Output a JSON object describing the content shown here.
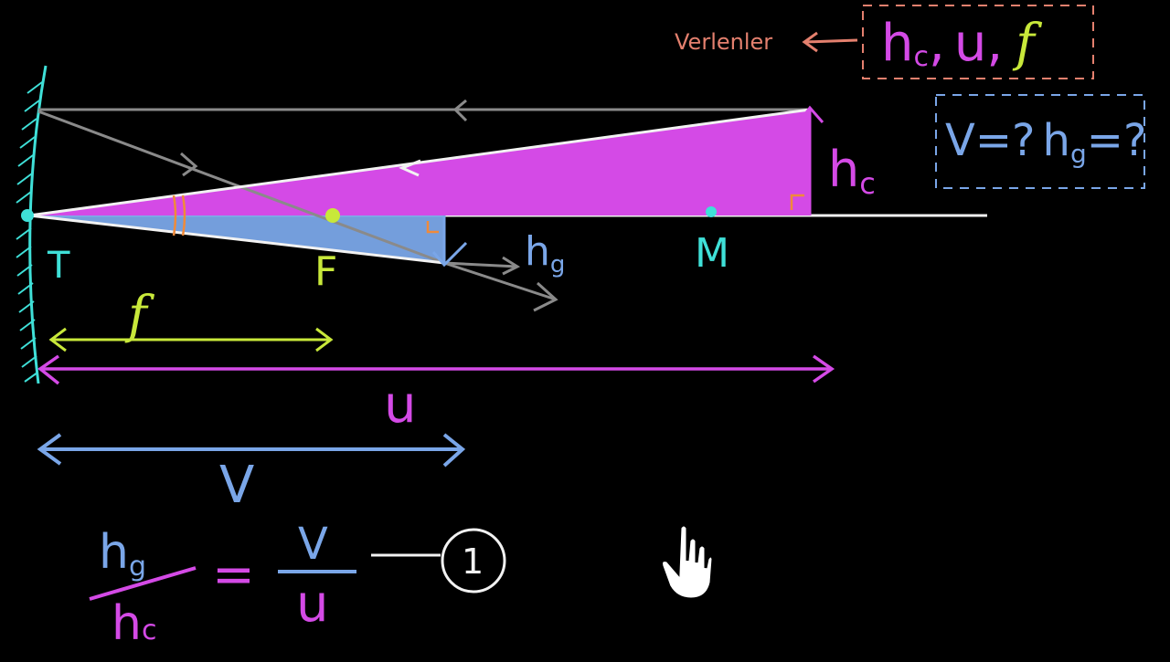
{
  "colors": {
    "background": "#000000",
    "mirror": "#3fe0d8",
    "magenta": "#d44ae6",
    "blue": "#7aa6e8",
    "yellow": "#c8e83a",
    "white": "#f2f2f2",
    "gray": "#8a8a8a",
    "salmon": "#e4806e",
    "orange": "#f08a3a",
    "focus_dot": "#c8e83a",
    "center_dot": "#3fe0d8"
  },
  "labels": {
    "mirror_pole": "T",
    "focus": "F",
    "center": "M",
    "object_height": "hc",
    "image_height": "hg",
    "focal_length": "f",
    "object_distance": "u",
    "image_distance": "V"
  },
  "given": {
    "label": "Verlenler",
    "vars": [
      "hc",
      ",",
      "u",
      ",",
      "f"
    ]
  },
  "unknowns": {
    "text": "V=? hg=?"
  },
  "equation": {
    "numerator_left": "hg",
    "denominator_left": "hc",
    "equals": "=",
    "numerator_right": "V",
    "denominator_right": "u",
    "number": "1"
  },
  "icons": [
    "hand-cursor-icon",
    "arrow-left-icon"
  ]
}
